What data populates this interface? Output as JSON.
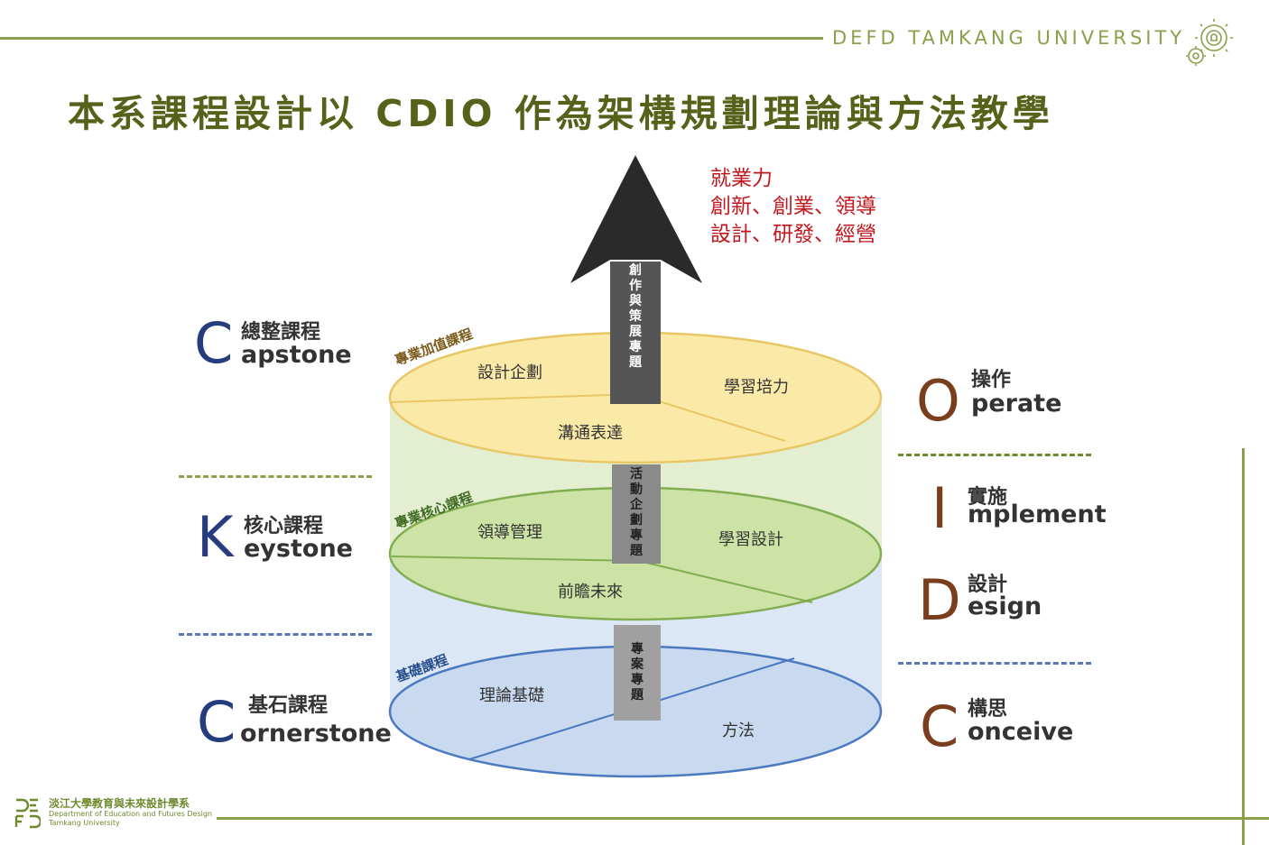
{
  "header": {
    "brand": "DEFD TAMKANG UNIVERSITY",
    "title": "本系課程設計以 CDIO 作為架構規劃理論與方法教學"
  },
  "outcomes": {
    "line1": "就業力",
    "line2": "創新、創業、領導",
    "line3": "設計、研發、經營"
  },
  "arrow": {
    "top_label": [
      "創",
      "作",
      "與",
      "策",
      "展",
      "專",
      "題"
    ],
    "mid_label": [
      "活",
      "動",
      "企",
      "劃",
      "專",
      "題"
    ],
    "bottom_label": [
      "專",
      "案",
      "專",
      "題"
    ]
  },
  "layers": {
    "top": {
      "tier": "專業加值課程",
      "segments": [
        "設計企劃",
        "學習培力",
        "溝通表達"
      ],
      "color": "#fbe9a8"
    },
    "middle": {
      "tier": "專業核心課程",
      "segments": [
        "領導管理",
        "學習設計",
        "前瞻未來"
      ],
      "color": "#cde3a5"
    },
    "bottom": {
      "tier": "基礎課程",
      "segments": [
        "理論基礎",
        "方法"
      ],
      "color": "#c9daf0"
    }
  },
  "left": {
    "capstone": {
      "letter": "C",
      "zh": "總整課程",
      "en": "apstone"
    },
    "keystone": {
      "letter": "K",
      "zh": "核心課程",
      "en": "eystone"
    },
    "cornerstone": {
      "letter": "C",
      "zh": "基石課程",
      "en": "ornerstone"
    }
  },
  "right": {
    "operate": {
      "letter": "O",
      "zh": "操作",
      "en": "perate"
    },
    "implement": {
      "letter": "I",
      "zh": "實施",
      "en": "mplement"
    },
    "design": {
      "letter": "D",
      "zh": "設計",
      "en": "esign"
    },
    "conceive": {
      "letter": "C",
      "zh": "構思",
      "en": "onceive"
    }
  },
  "footer": {
    "name_zh": "淡江大學教育與未來設計學系",
    "name_en": "Department of Education and Futures Design",
    "university": "Tamkang University"
  },
  "colors": {
    "accent": "#8aa04a",
    "title": "#55621a",
    "left_letters": "#253c7e",
    "right_letters": "#7a3e1c",
    "outcomes": "#c0181f"
  }
}
